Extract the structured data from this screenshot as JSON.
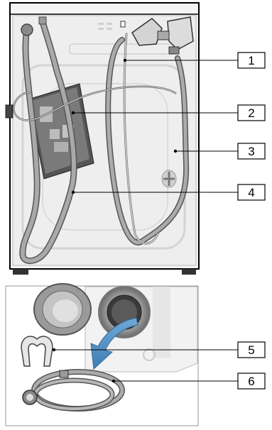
{
  "callouts": [
    {
      "label": "1"
    },
    {
      "label": "2"
    },
    {
      "label": "3"
    },
    {
      "label": "4"
    },
    {
      "label": "5"
    },
    {
      "label": "6"
    }
  ],
  "colors": {
    "machine_outline": "#000000",
    "machine_panel": "#f2f2f2",
    "hose": "#a6a6a6",
    "hose_outline": "#555555",
    "inset_frame": "#999999",
    "arrow": "#5a95c5"
  }
}
